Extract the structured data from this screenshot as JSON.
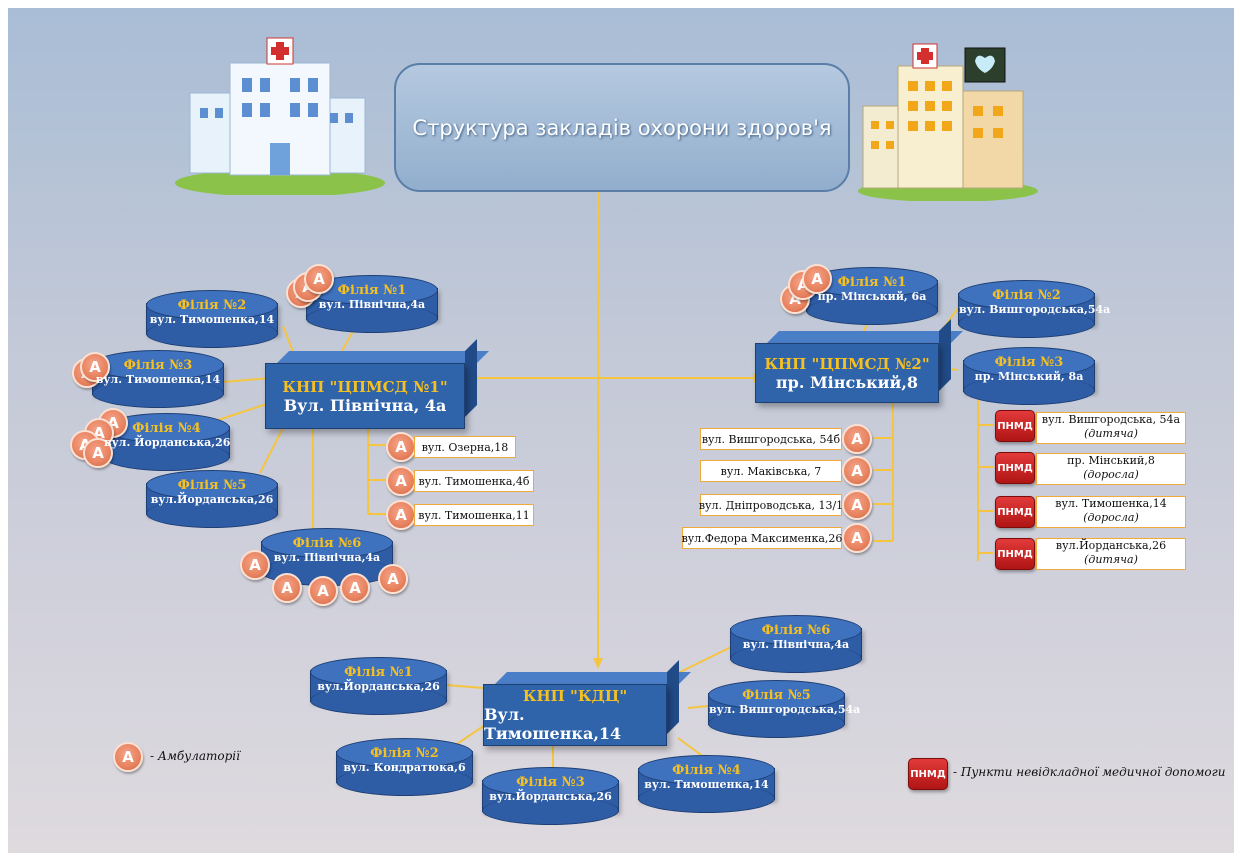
{
  "title": "Структура закладів охорони здоров'я",
  "knp1": {
    "name": "КНП \"ЦПМСД №1\"",
    "address": "Вул. Північна, 4а",
    "branches": [
      {
        "label": "Філія №1",
        "address": "вул. Північна,4а"
      },
      {
        "label": "Філія №2",
        "address": "вул. Тимошенка,14"
      },
      {
        "label": "Філія №3",
        "address": "вул. Тимошенка,14"
      },
      {
        "label": "Філія №4",
        "address": "вул. Йорданська,26"
      },
      {
        "label": "Філія №5",
        "address": "вул.Йорданська,26"
      },
      {
        "label": "Філія №6",
        "address": "вул. Північна,4а"
      }
    ],
    "ambulatories": [
      "вул. Озерна,18",
      "вул. Тимошенка,4б",
      "вул.  Тимошенка,11"
    ]
  },
  "knp2": {
    "name": "КНП \"ЦПМСД №2\"",
    "address": "пр. Мінський,8",
    "branches": [
      {
        "label": "Філія №1",
        "address": "пр. Мінський, 6а"
      },
      {
        "label": "Філія №2",
        "address": "вул. Вишгородська,54а"
      },
      {
        "label": "Філія №3",
        "address": "пр. Мінський, 8а"
      }
    ],
    "ambulatories": [
      "вул. Вишгородська, 54б",
      "вул. Маківська, 7",
      "вул.  Дніпроводська, 13/1",
      "вул.Федора Максименка,26"
    ],
    "pnmd": [
      {
        "address": "вул. Вишгородська, 54а",
        "note": "(дитяча)"
      },
      {
        "address": "пр. Мінський,8",
        "note": "(доросла)"
      },
      {
        "address": "вул. Тимошенка,14",
        "note": "(доросла)"
      },
      {
        "address": "вул.Йорданська,26",
        "note": "(дитяча)"
      }
    ]
  },
  "kdc": {
    "name": "КНП \"КДЦ\"",
    "address": "Вул. Тимошенка,14",
    "branches": [
      {
        "label": "Філія №1",
        "address": "вул.Йорданська,26"
      },
      {
        "label": "Філія №2",
        "address": "вул. Кондратюка,6"
      },
      {
        "label": "Філія №3",
        "address": "вул.Йорданська,26"
      },
      {
        "label": "Філія №4",
        "address": "вул. Тимошенка,14"
      },
      {
        "label": "Філія №5",
        "address": "вул. Вишгородська,54а"
      },
      {
        "label": "Філія №6",
        "address": "вул. Північна,4а"
      }
    ]
  },
  "legend": {
    "amb_symbol": "А",
    "amb_text": "- Амбулаторії",
    "pnmd_symbol": "ПНМД",
    "pnmd_text": "- Пункти невідкладної медичної допомоги"
  },
  "colors": {
    "cylinder": "#2e5da6",
    "label": "#f6c021",
    "connector": "#f5c540",
    "pnmd": "#c71f1f",
    "ambulatory": "#e7825f"
  }
}
